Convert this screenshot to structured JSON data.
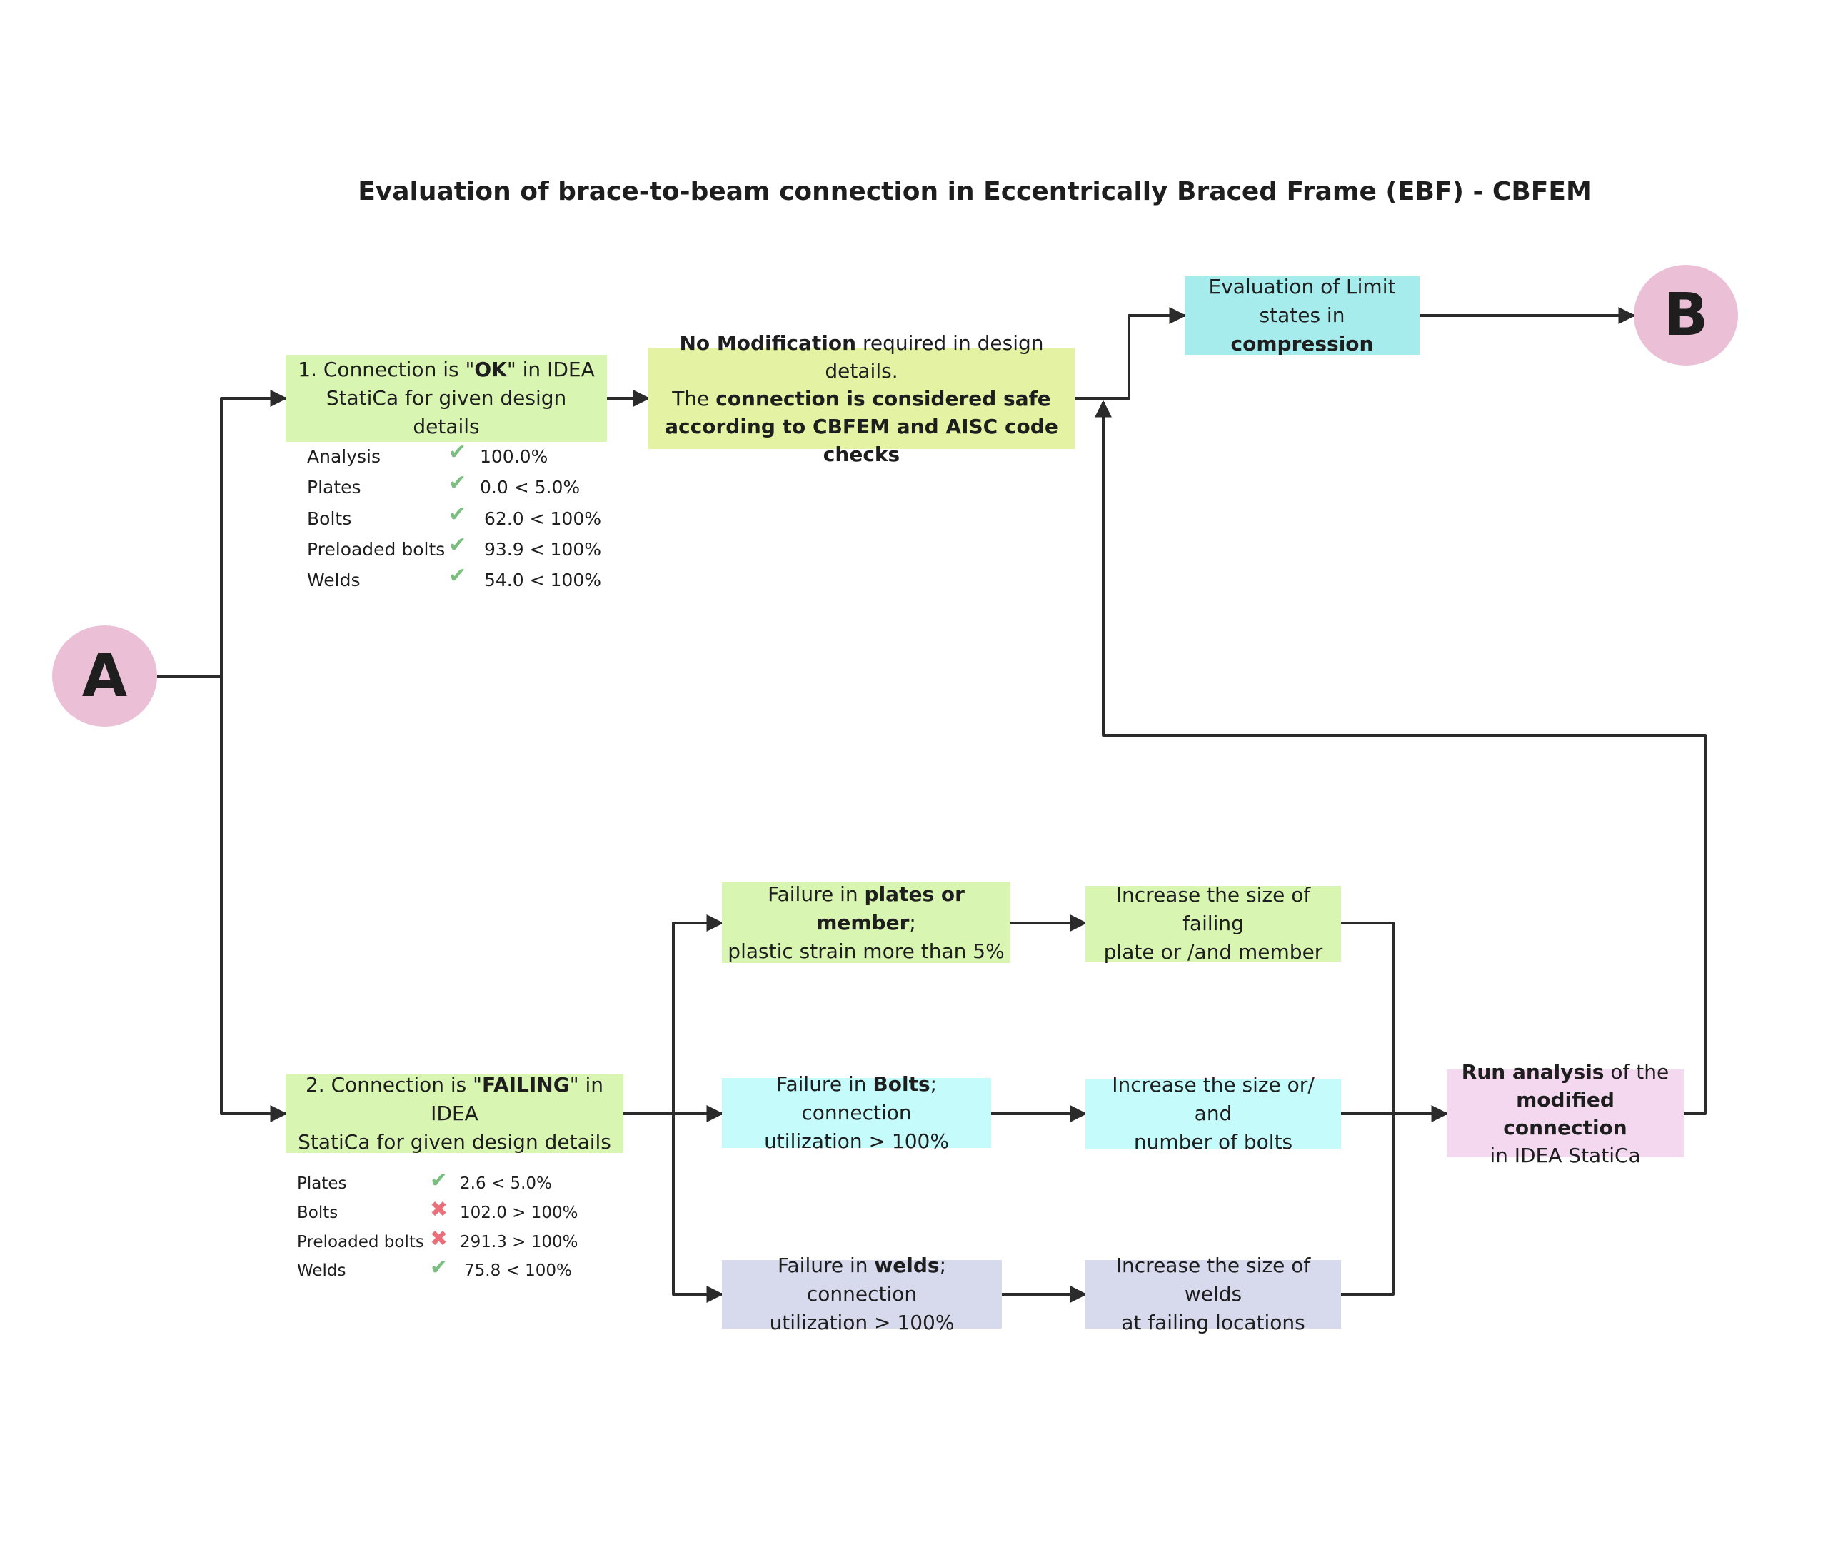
{
  "title": "Evaluation of brace-to-beam connection in Eccentrically Braced Frame (EBF) - CBFEM",
  "node_a": "A",
  "node_b": "B",
  "ok_branch": {
    "l1": [
      "1. Connection is \"",
      "OK",
      "\" in IDEA"
    ],
    "l2": "StatiCa for given design details",
    "checks": [
      {
        "label": "Analysis",
        "mark": "✔",
        "value": "100.0%"
      },
      {
        "label": "Plates",
        "mark": "✔",
        "value": "0.0 < 5.0%"
      },
      {
        "label": "Bolts",
        "mark": "✔",
        "value": "62.0 < 100%"
      },
      {
        "label": "Preloaded bolts",
        "mark": "✔",
        "value": "93.9 < 100%"
      },
      {
        "label": "Welds",
        "mark": "✔",
        "value": "54.0 < 100%"
      }
    ]
  },
  "no_mod": {
    "l1": [
      "No Modification",
      " required in design details."
    ],
    "l2": [
      "The ",
      "connection is considered safe"
    ],
    "l3": "according to CBFEM and AISC code checks"
  },
  "compression": {
    "l1": "Evaluation of Limit",
    "l2": [
      "states in ",
      "compression"
    ]
  },
  "fail_branch": {
    "l1": [
      "2. Connection is \"",
      "FAILING",
      "\" in IDEA"
    ],
    "l2": "StatiCa for given design details",
    "checks": [
      {
        "label": "Plates",
        "mark": "✔",
        "value": "2.6 < 5.0%",
        "status": "ok"
      },
      {
        "label": "Bolts",
        "mark": "✖",
        "value": "102.0 > 100%",
        "status": "bad"
      },
      {
        "label": "Preloaded bolts",
        "mark": "✖",
        "value": "291.3 > 100%",
        "status": "bad"
      },
      {
        "label": "Welds",
        "mark": "✔",
        "value": "75.8 < 100%",
        "status": "ok"
      }
    ]
  },
  "failures": {
    "plates": {
      "l1": [
        "Failure in ",
        "plates or member",
        ";"
      ],
      "l2": "plastic strain more than 5%"
    },
    "bolts": {
      "l1": [
        "Failure in ",
        "Bolts",
        "; connection"
      ],
      "l2": "utilization > 100%"
    },
    "welds": {
      "l1": [
        "Failure in ",
        "welds",
        "; connection"
      ],
      "l2": "utilization > 100%"
    }
  },
  "fixes": {
    "plates": {
      "l1": "Increase the size of failing",
      "l2": "plate or /and member"
    },
    "bolts": {
      "l1": "Increase the size or/ and",
      "l2": "number of bolts"
    },
    "welds": {
      "l1": "Increase the size of welds",
      "l2": "at failing locations"
    }
  },
  "run": {
    "l1": [
      "Run analysis",
      " of the"
    ],
    "l2": "modified connection",
    "l3": "in IDEA StatiCa"
  },
  "colors": {
    "circle": "#ebbfd5",
    "green": "#d9f5b2",
    "olive": "#e4f2a4",
    "cyan": "#a7ecec",
    "light_cyan": "#c5fbfb",
    "lavender": "#d7d9ec",
    "pink": "#f3d8f0",
    "check": "#7bbf7e",
    "cross": "#ea6f7b",
    "line": "#2b2b2b"
  }
}
